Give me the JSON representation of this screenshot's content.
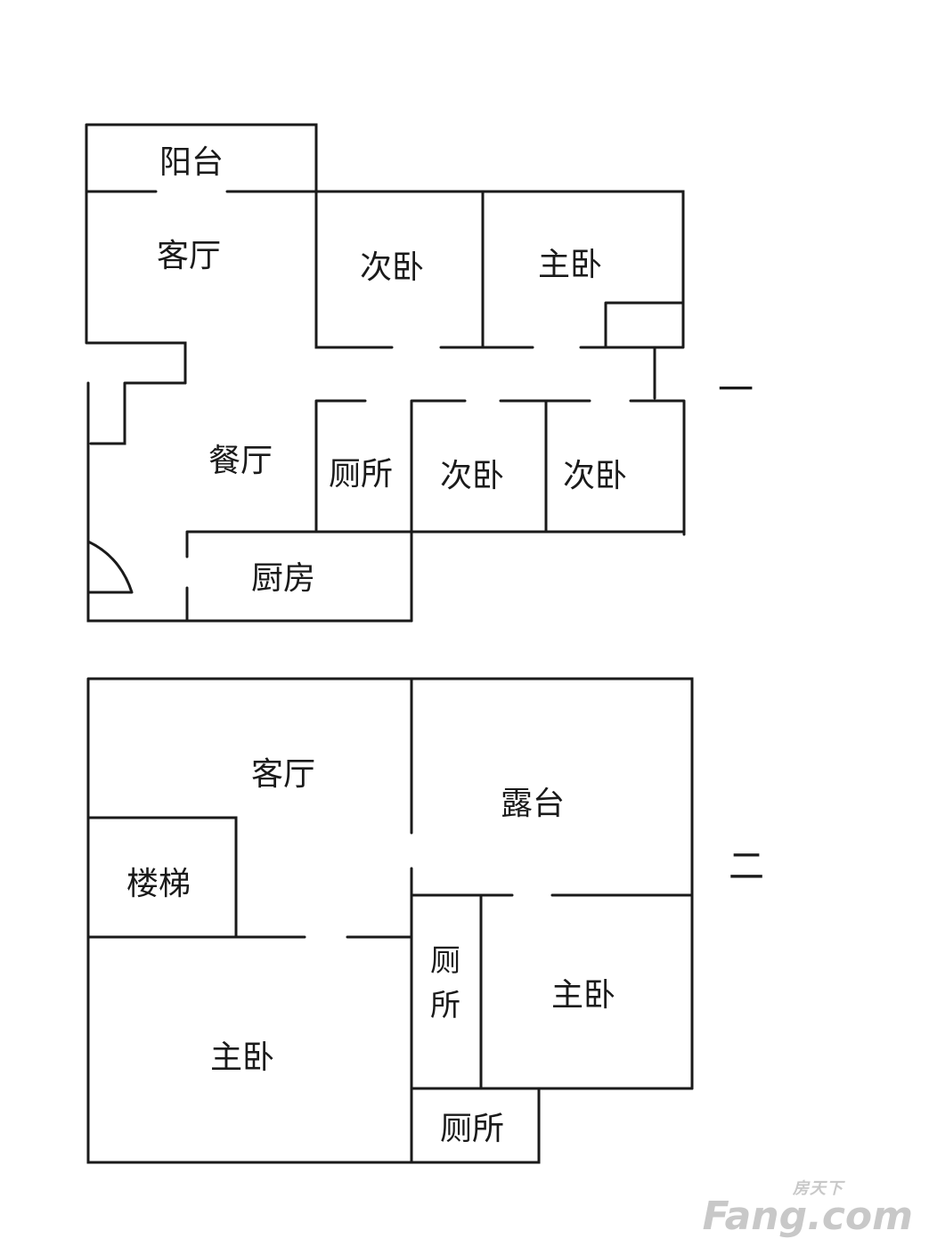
{
  "floor1": {
    "marker": "一",
    "rooms": {
      "balcony": "阳台",
      "living": "客厅",
      "bedroom2_top": "次卧",
      "master": "主卧",
      "dining": "餐厅",
      "toilet": "厕所",
      "bedroom2_mid": "次卧",
      "bedroom2_right": "次卧",
      "kitchen": "厨房"
    }
  },
  "floor2": {
    "marker": "二",
    "rooms": {
      "living": "客厅",
      "terrace": "露台",
      "stairs": "楼梯",
      "toilet_mid_top": "厕",
      "toilet_mid_bottom": "所",
      "master_right": "主卧",
      "master_left": "主卧",
      "toilet_bottom": "厕所"
    }
  },
  "watermark": {
    "cn": "房天下",
    "en": "Fang.com"
  }
}
